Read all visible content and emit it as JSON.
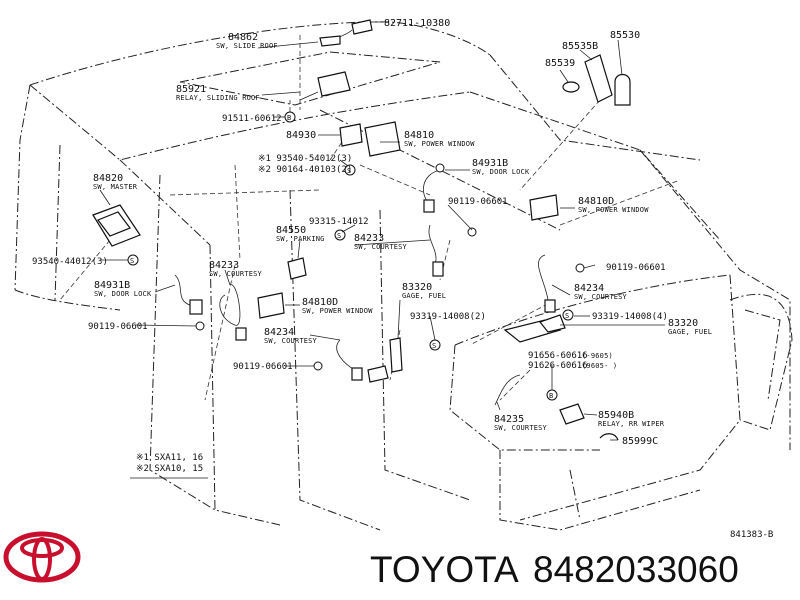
{
  "labels": [
    {
      "part": "82711-10380"
    },
    {
      "part": "84862",
      "desc": "SW, SLIDE ROOF"
    },
    {
      "part": "85921",
      "desc": "RELAY, SLIDING ROOF"
    },
    {
      "part": "91511-60612"
    },
    {
      "part": "84930"
    },
    {
      "part": "84810",
      "desc": "SW, POWER WINDOW"
    },
    {
      "part": "84931B",
      "desc": "SW, DOOR LOCK"
    },
    {
      "part": "85535B"
    },
    {
      "part": "85530"
    },
    {
      "part": "85539"
    },
    {
      "part": "84820",
      "desc": "SW, MASTER"
    },
    {
      "part": "※1 93540-54012(3)"
    },
    {
      "part": "※2 90164-40103(2)"
    },
    {
      "part": "93315-14012"
    },
    {
      "part": "90119-06601"
    },
    {
      "part": "84810D",
      "desc": "SW, POWER WINDOW"
    },
    {
      "part": "84550",
      "desc": "SW, PARKING"
    },
    {
      "part": "84233",
      "desc": "SW, COURTESY"
    },
    {
      "part": "93540-44012(3)"
    },
    {
      "part": "84233",
      "desc": "SW, COURTESY"
    },
    {
      "part": "84931B",
      "desc": "SW, DOOR LOCK"
    },
    {
      "part": "84810D",
      "desc": "SW, POWER WINDOW"
    },
    {
      "part": "83320",
      "desc": "GAGE, FUEL"
    },
    {
      "part": "93319-14008(2)"
    },
    {
      "part": "90119-06601"
    },
    {
      "part": "84234",
      "desc": "SW, COURTESY"
    },
    {
      "part": "90119-06601"
    },
    {
      "part": "84234",
      "desc": "SW, COURTESY"
    },
    {
      "part": "93319-14008(4)"
    },
    {
      "part": "83320",
      "desc": "GAGE, FUEL"
    },
    {
      "part": "90119-06601"
    },
    {
      "part": "91656-60616",
      "desc": "(-9605)"
    },
    {
      "part": "91626-60616",
      "desc": "(9605- )"
    },
    {
      "part": "84235",
      "desc": "SW, COURTESY"
    },
    {
      "part": "85940B",
      "desc": "RELAY, RR WIPER"
    },
    {
      "part": "85999C"
    }
  ],
  "legend": [
    "※1 SXA11, 16",
    "※2 SXA10, 15"
  ],
  "ref_code": "841383-B",
  "brand": {
    "name": "TOYOTA",
    "part_number": "8482033060",
    "color": "#c8102e"
  }
}
